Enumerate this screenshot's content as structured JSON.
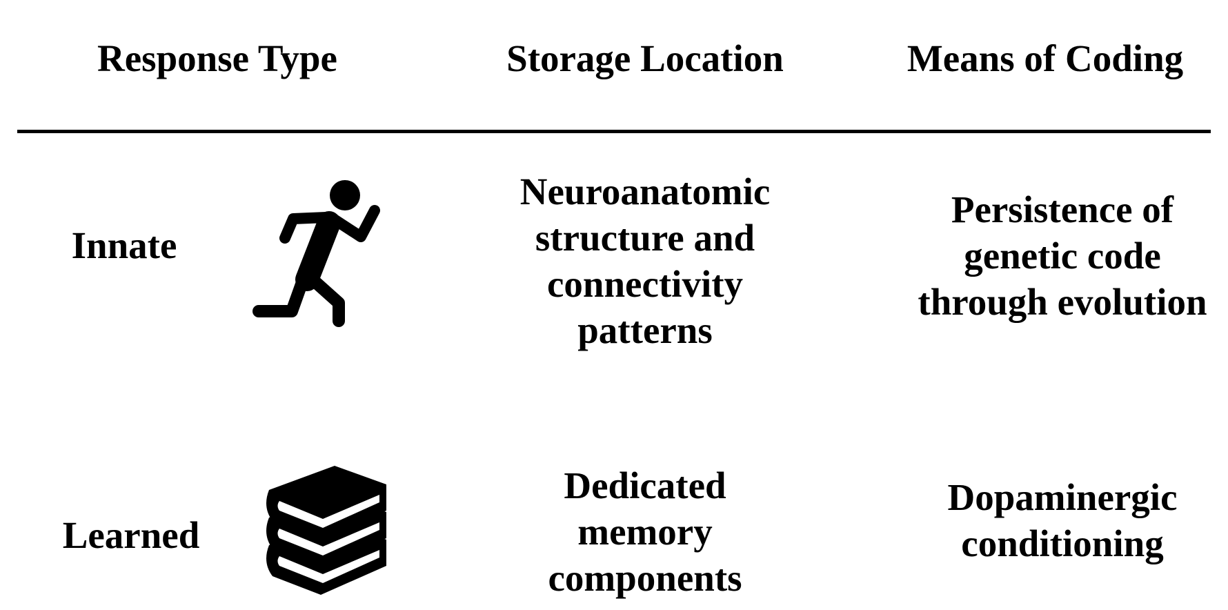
{
  "headers": {
    "response_type": "Response Type",
    "storage_location": "Storage Location",
    "means_of_coding": "Means of Coding"
  },
  "rows": [
    {
      "label": "Innate",
      "icon": "running-person-icon",
      "storage_lines": [
        "Neuroanatomic",
        "structure and",
        "connectivity",
        "patterns"
      ],
      "means_lines": [
        "Persistence of",
        "genetic code",
        "through evolution"
      ]
    },
    {
      "label": "Learned",
      "icon": "book-stack-icon",
      "storage_lines": [
        "Dedicated",
        "memory",
        "components"
      ],
      "means_lines": [
        "Dopaminergic",
        "conditioning"
      ]
    }
  ]
}
